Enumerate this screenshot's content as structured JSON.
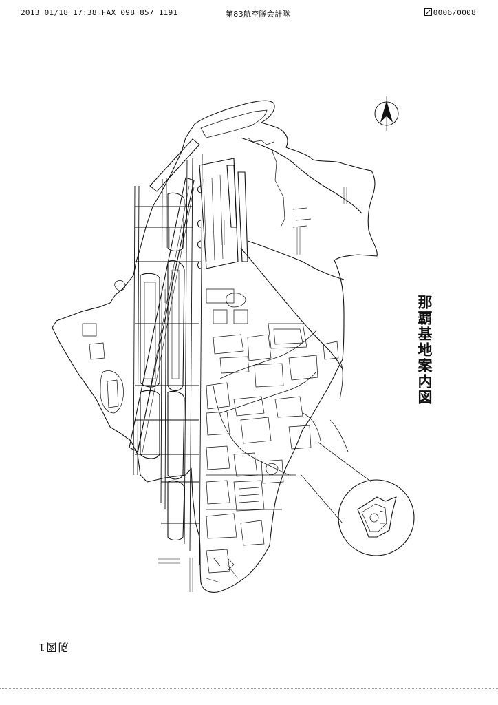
{
  "fax_header": {
    "left": "2013 01/18 17:38 FAX   098 857 1191",
    "center": "第83航空隊会計隊",
    "right": "0006/0008"
  },
  "map": {
    "title": "那覇基地案内図",
    "figure_label": "別図1",
    "compass_icon": "north-arrow-icon",
    "line_color": "#111111",
    "paper_color": "#ffffff"
  }
}
